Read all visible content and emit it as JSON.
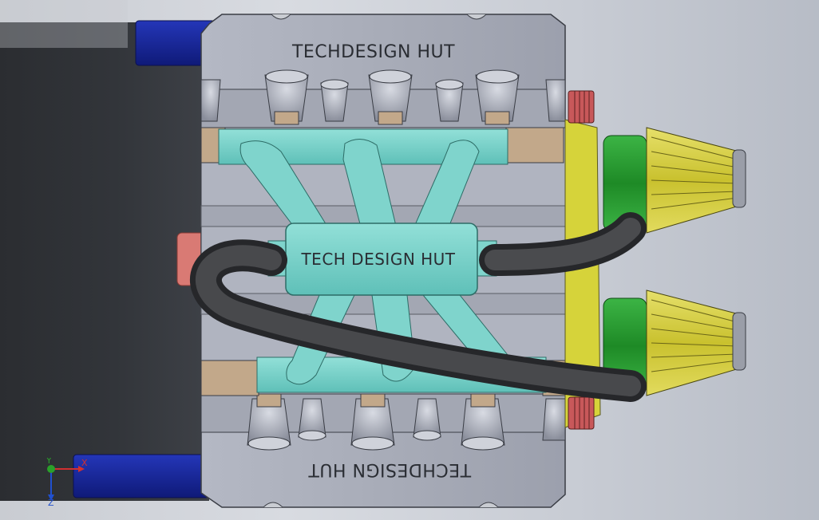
{
  "viewport": {
    "title": "CAD model viewport - engine top view"
  },
  "model": {
    "top_engraving": "TECHDESIGN HUT",
    "bottom_engraving": "TECHDESIGN HUT",
    "manifold_label": "TECH DESIGN HUT"
  },
  "triad": {
    "x_label": "X",
    "y_label": "Y",
    "z_label": "Z"
  },
  "colors": {
    "background": "#c9ccd2",
    "engine_block": "#a9adb9",
    "manifold": "#7fd4cc",
    "hose": "#3a3b3d",
    "air_filter": "#d9d24a",
    "filter_clamp": "#2f9c33",
    "belt_cover": "#d6d33a",
    "mount_blue": "#1a2a9a",
    "sensor_red": "#d97a74"
  },
  "icons": {
    "triad": "coordinate-axes-icon"
  }
}
